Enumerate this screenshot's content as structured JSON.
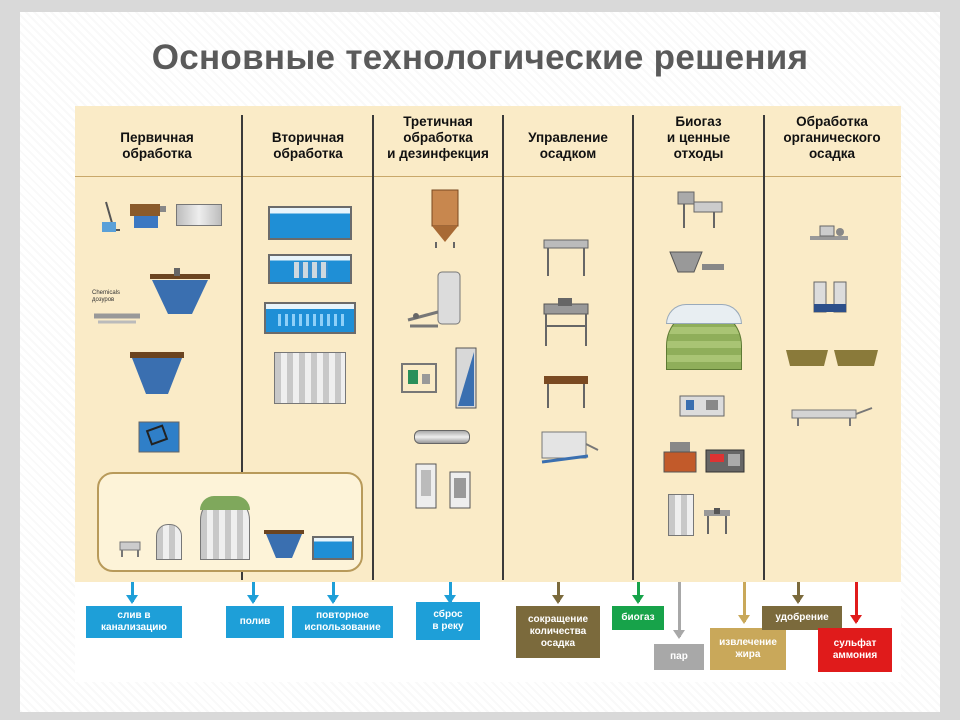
{
  "title": "Основные технологические решения",
  "columns": [
    {
      "label": "Первичная\nобработка"
    },
    {
      "label": "Вторичная\nобработка"
    },
    {
      "label": "Третичная\nобработка\nи дезинфекция"
    },
    {
      "label": "Управление\nосадком"
    },
    {
      "label": "Биогаз\nи ценные\nотходы"
    },
    {
      "label": "Обработка\nорганического\nосадка"
    }
  ],
  "small_label": "Chemicals\nдозуров",
  "outputs": [
    {
      "label": "слив в\nканализацию",
      "color": "#1e9fd8"
    },
    {
      "label": "полив",
      "color": "#1e9fd8"
    },
    {
      "label": "повторное\nиспользование",
      "color": "#1e9fd8"
    },
    {
      "label": "сброс\nв реку",
      "color": "#1e9fd8"
    },
    {
      "label": "сокращение\nколичества\nосадка",
      "color": "#7b6a3c"
    },
    {
      "label": "биогаз",
      "color": "#17a34a"
    },
    {
      "label": "пар",
      "color": "#a8a8a8"
    },
    {
      "label": "извлечение\nжира",
      "color": "#c9a85a"
    },
    {
      "label": "удобрение",
      "color": "#7b6a3c"
    },
    {
      "label": "сульфат\nаммония",
      "color": "#e01b1b"
    }
  ]
}
